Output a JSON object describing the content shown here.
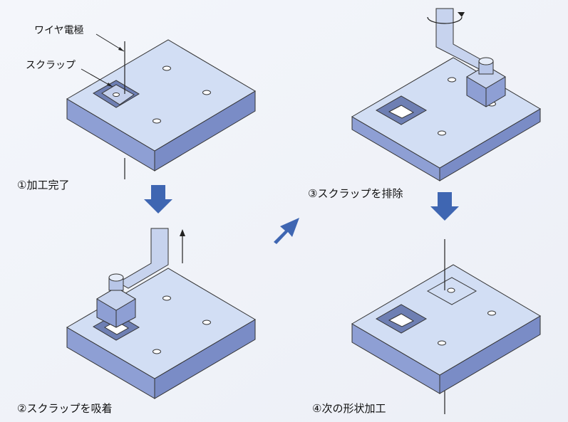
{
  "labels": {
    "wire_electrode": "ワイヤ電極",
    "scrap": "スクラップ"
  },
  "steps": [
    {
      "caption": "①加工完了"
    },
    {
      "caption": "②スクラップを吸着"
    },
    {
      "caption": "③スクラップを排除"
    },
    {
      "caption": "④次の形状加工"
    }
  ],
  "colors": {
    "plate_top": "#d2def4",
    "plate_front": "#8e9fd4",
    "plate_side": "#7a8cc6",
    "arrow": "#3f66b2",
    "hole_inner": "#6e7fb3"
  }
}
